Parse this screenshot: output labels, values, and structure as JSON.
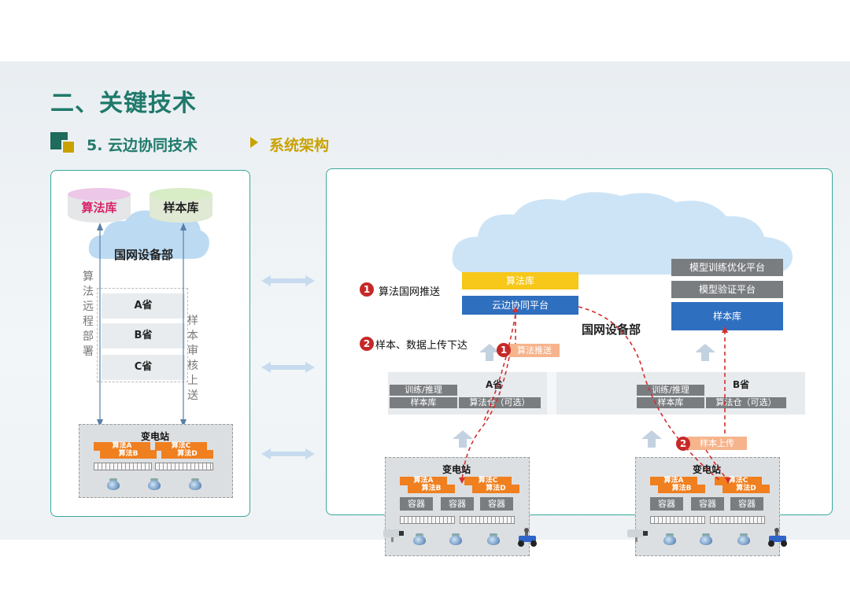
{
  "header": {
    "title": "二、关键技术",
    "subtitle": "5. 云边协同技术",
    "section": "系统架构"
  },
  "left": {
    "algo_db": "算法库",
    "sample_db": "样本库",
    "cloud": "国网设备部",
    "provinces": [
      "A省",
      "B省",
      "C省"
    ],
    "left_vertical": "算法远程部署",
    "right_vertical": "样本审核上送",
    "substation": "变电站",
    "algos": [
      "算法A",
      "算法B",
      "算法C",
      "算法D"
    ]
  },
  "right": {
    "step1_num": "1",
    "step1": "算法国网推送",
    "step2_num": "2",
    "step2": "样本、数据上传下达",
    "algo_lib": "算法库",
    "collab_platform": "云边协同平台",
    "cloud": "国网设备部",
    "train_platform": "模型训练优化平台",
    "verify_platform": "模型验证平台",
    "sample_lib": "样本库",
    "province_a": "A省",
    "province_b": "B省",
    "train_infer": "训练/推理",
    "sample_lib_small": "样本库",
    "algo_warehouse": "算法仓（可选）",
    "algo_push": "算法推送",
    "sample_upload": "样本上传",
    "substation": "变电站",
    "algos": [
      "算法A",
      "算法B",
      "算法C",
      "算法D"
    ],
    "container": "容器"
  },
  "colors": {
    "teal": "#1f7a6b",
    "gold": "#c9a100",
    "orange": "#f07f1f",
    "red": "#c62828",
    "blue": "#2f6fbf"
  }
}
